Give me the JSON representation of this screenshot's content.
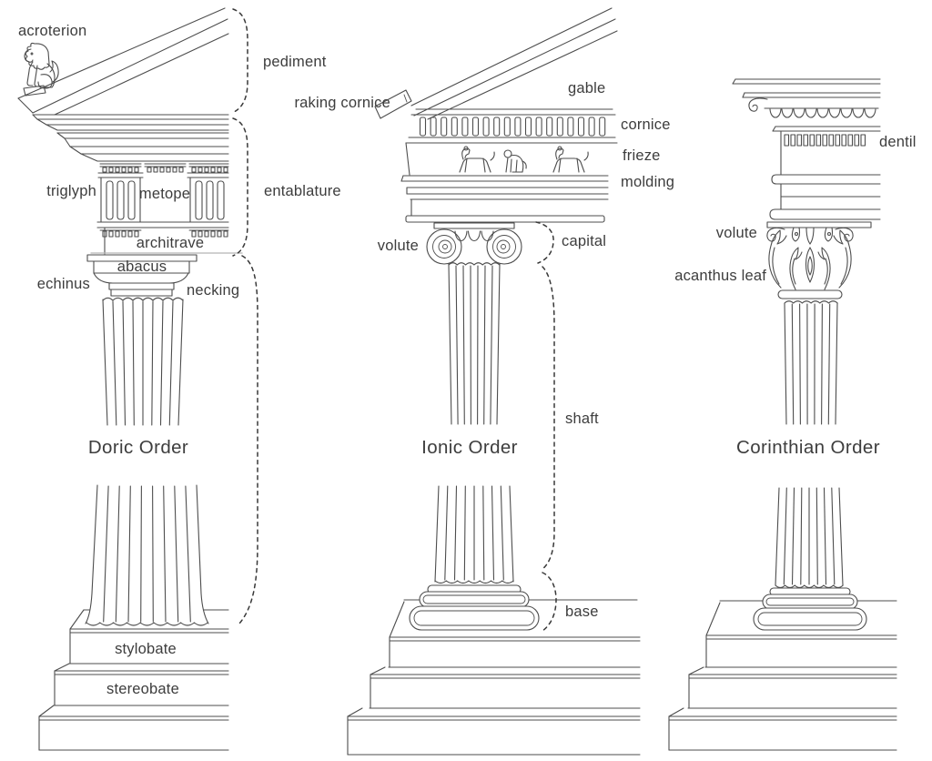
{
  "colors": {
    "background": "#ffffff",
    "line": "#4d4d4d",
    "text": "#3d3d3d",
    "pointer_line": "#b5b5b5",
    "brace_dash": "#383838"
  },
  "orders": {
    "doric": {
      "title": "Doric Order",
      "labels": {
        "acroterion": "acroterion",
        "pediment": "pediment",
        "triglyph": "triglyph",
        "metope": "metope",
        "entablature": "entablature",
        "architrave": "architrave",
        "abacus": "abacus",
        "echinus": "echinus",
        "necking": "necking",
        "stylobate": "stylobate",
        "stereobate": "stereobate"
      }
    },
    "ionic": {
      "title": "Ionic Order",
      "labels": {
        "raking_cornice": "raking cornice",
        "gable": "gable",
        "cornice": "cornice",
        "frieze": "frieze",
        "molding": "molding",
        "volute": "volute",
        "capital": "capital",
        "shaft": "shaft",
        "base": "base"
      }
    },
    "corinthian": {
      "title": "Corinthian Order",
      "labels": {
        "dentil": "dentil",
        "volute": "volute",
        "acanthus_leaf": "acanthus leaf"
      }
    }
  }
}
